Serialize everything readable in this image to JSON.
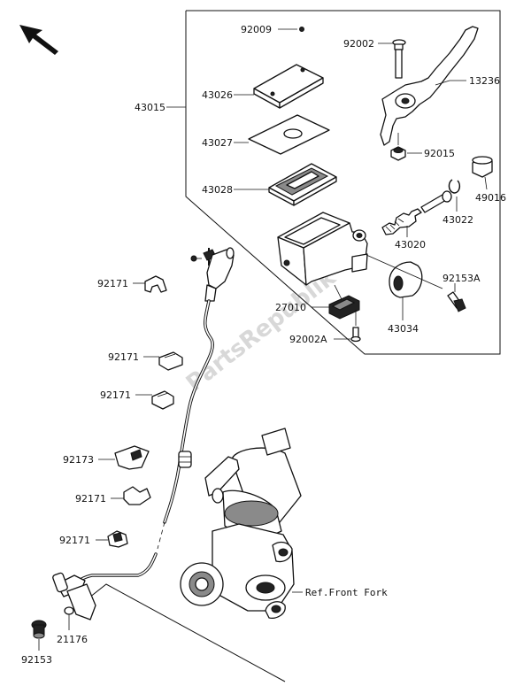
{
  "labels": {
    "p92009": "92009",
    "p92002": "92002",
    "p43026": "43026",
    "p43015": "43015",
    "p13236": "13236",
    "p43027": "43027",
    "p92015": "92015",
    "p43028": "43028",
    "p49016": "49016",
    "p43022": "43022",
    "p43020": "43020",
    "p92171a": "92171",
    "p92153A": "92153A",
    "p27010": "27010",
    "p43034": "43034",
    "p92002A": "92002A",
    "p92171b": "92171",
    "p92171c": "92171",
    "p92173": "92173",
    "p92171d": "92171",
    "p92171e": "92171",
    "p21176": "21176",
    "p92153": "92153"
  },
  "reference": "Ref.Front Fork",
  "watermark": "PartsRepublik"
}
